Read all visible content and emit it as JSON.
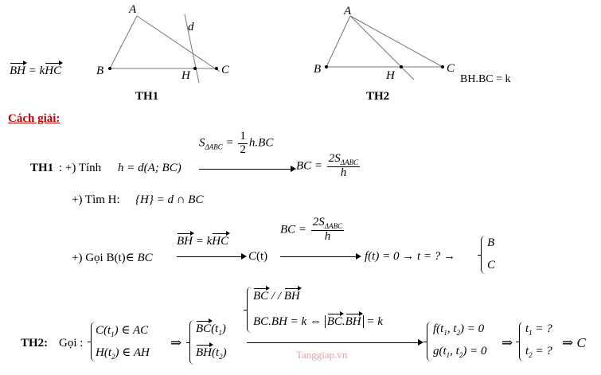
{
  "figure1": {
    "relation": "BH = kHC",
    "labels": {
      "A": "A",
      "B": "B",
      "C": "C",
      "H": "H",
      "d": "d"
    },
    "caption": "TH1"
  },
  "figure2": {
    "labels": {
      "A": "A",
      "B": "B",
      "C": "C",
      "H": "H"
    },
    "relation": "BH.BC = k",
    "caption": "TH2"
  },
  "heading": "Cách giải:",
  "th1": {
    "label": "TH1",
    "step1": {
      "prefix": ": +) Tính",
      "expr": "h = d(A; BC)",
      "arrow_label": "S_ΔABC = 1/2 h.BC",
      "result": "BC = 2S_ΔABC / h"
    },
    "step2": {
      "prefix": "+) Tìm H:",
      "expr": "{H} = d ∩ BC"
    },
    "step3": {
      "prefix": "+) Gọi B(t)∈",
      "arrow1_label": "BH = kHC",
      "mid": "C(t)",
      "arrow2_label": "BC = 2S_ΔABC / h",
      "result": "f(t) = 0 → t = ? →",
      "brace_top": "B",
      "brace_bottom": "C"
    }
  },
  "th2": {
    "label": "TH2:",
    "prefix": "Gọi :",
    "sys1": [
      "C(t1) ∈ AC",
      "H(t2) ∈ AH"
    ],
    "sys2": [
      "BC(t1)",
      "BH(t2)"
    ],
    "cond1": "BC // BH",
    "cond2": "BC.BH = k ⇔ |BC.BH| = k",
    "sys3": [
      "f(t1,t2) = 0",
      "g(t1,t2) = 0"
    ],
    "sys4": [
      "t1 = ?",
      "t2 = ?"
    ],
    "final": "⇒ C"
  },
  "watermark": "Tanggiap.vn"
}
